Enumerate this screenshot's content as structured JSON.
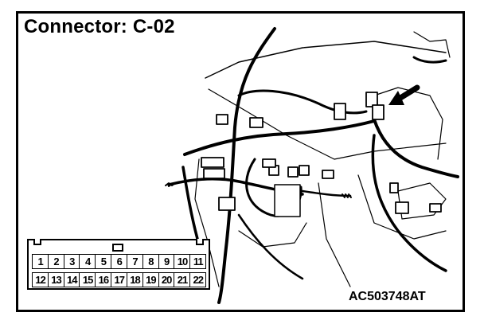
{
  "title": "Connector: C-02",
  "figure_code": "AC503748AT",
  "connector": {
    "row1": [
      "1",
      "2",
      "3",
      "4",
      "5",
      "6",
      "7",
      "8",
      "9",
      "10",
      "11"
    ],
    "row2": [
      "12",
      "13",
      "14",
      "15",
      "16",
      "17",
      "18",
      "19",
      "20",
      "21",
      "22"
    ]
  },
  "colors": {
    "line": "#000000",
    "background": "#ffffff"
  }
}
